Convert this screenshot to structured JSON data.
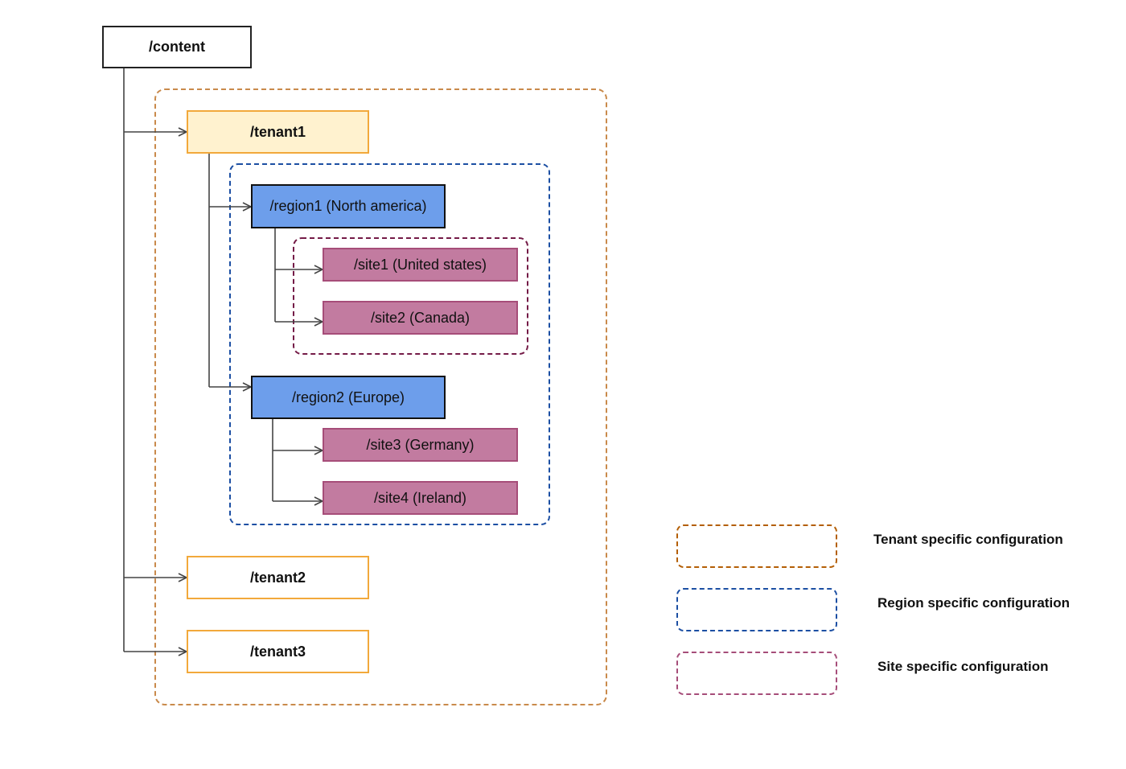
{
  "diagram": {
    "nodes": {
      "content": "/content",
      "tenant1": "/tenant1",
      "tenant2": "/tenant2",
      "tenant3": "/tenant3",
      "region1": "/region1 (North america)",
      "region2": "/region2 (Europe)",
      "site1": "/site1 (United states)",
      "site2": "/site2 (Canada)",
      "site3": "/site3 (Germany)",
      "site4": "/site4 (Ireland)"
    },
    "edges": [
      {
        "from": "content",
        "to": "tenant1"
      },
      {
        "from": "content",
        "to": "tenant2"
      },
      {
        "from": "content",
        "to": "tenant3"
      },
      {
        "from": "tenant1",
        "to": "region1"
      },
      {
        "from": "tenant1",
        "to": "region2"
      },
      {
        "from": "region1",
        "to": "site1"
      },
      {
        "from": "region1",
        "to": "site2"
      },
      {
        "from": "region2",
        "to": "site3"
      },
      {
        "from": "region2",
        "to": "site4"
      }
    ],
    "groups": [
      {
        "id": "tenant-group",
        "color": "#b45f06",
        "members": [
          "tenant1",
          "tenant2",
          "tenant3"
        ]
      },
      {
        "id": "region-group",
        "color": "#1c4fa3",
        "members": [
          "region1",
          "region2"
        ]
      },
      {
        "id": "site-group",
        "color": "#741b47",
        "members": [
          "site1",
          "site2"
        ]
      }
    ],
    "colors": {
      "tenant_border": "#f2a93b",
      "tenant1_fill": "#fff2cf",
      "region_fill": "#6d9eeb",
      "site_fill": "#c27ba0",
      "site_border": "#a64d79",
      "connector": "#444444"
    }
  },
  "legend": {
    "items": [
      {
        "label": "Tenant specific configuration",
        "color": "#b45f06"
      },
      {
        "label": "Region specific configuration",
        "color": "#1c4fa3"
      },
      {
        "label": "Site specific configuration",
        "color": "#a64d79"
      }
    ]
  }
}
